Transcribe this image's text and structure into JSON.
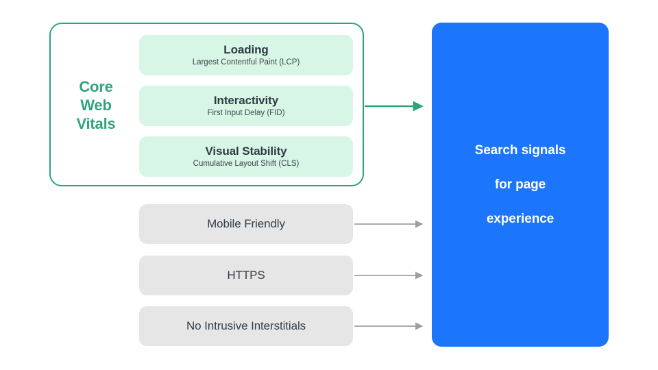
{
  "diagram": {
    "title": "Search signals for page experience",
    "colors": {
      "green_accent": "#30A47C",
      "green_card_fill": "#D8F6E6",
      "gray_card_fill": "#E6E6E6",
      "blue_fill": "#1B76FC",
      "text_dark": "#2E3A43",
      "arrow_gray": "#9AA0A6",
      "background": "#FFFFFF"
    }
  },
  "core_web_vitals": {
    "group_label": "Core\nWeb\nVitals",
    "group_label_lines": [
      "Core",
      "Web",
      "Vitals"
    ],
    "metrics": [
      {
        "title": "Loading",
        "subtitle": "Largest Contentful Paint (LCP)"
      },
      {
        "title": "Interactivity",
        "subtitle": "First Input Delay (FID)"
      },
      {
        "title": "Visual Stability",
        "subtitle": "Cumulative Layout Shift (CLS)"
      }
    ]
  },
  "other_signals": [
    {
      "label": "Mobile Friendly"
    },
    {
      "label": "HTTPS"
    },
    {
      "label": "No Intrusive Interstitials"
    }
  ],
  "destination": {
    "label": "Search signals\nfor page\nexperience",
    "label_lines": [
      "Search signals",
      "for page",
      "experience"
    ]
  },
  "arrows": [
    {
      "name": "core-web-vitals-arrow",
      "color": "#2DA37A"
    },
    {
      "name": "mobile-friendly-arrow",
      "color": "#9AA0A6"
    },
    {
      "name": "https-arrow",
      "color": "#9AA0A6"
    },
    {
      "name": "no-intrusive-interstitials-arrow",
      "color": "#9AA0A6"
    }
  ]
}
